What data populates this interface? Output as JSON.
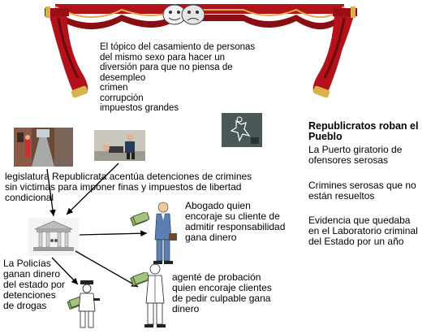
{
  "stage": {
    "text": "El tópico del casamiento de personas\ndel mismo sexo para hacer un\ndiversión para que no piensa de\ndesempleo\ncrimen\ncorrupción\nimpuestos grandes"
  },
  "side": {
    "title": "Republicratos roban el\nPueblo",
    "items": [
      "La Puerto giratorio de\nofensores serosas",
      "Crimines serosas que no\nestán resueltos",
      "Evidencia que quedaba\nen el Laboratorio criminal\ndel Estado por un año"
    ]
  },
  "flow": {
    "legislature": "legislatura Republicrata acentúa detenciones de crimines\nsin victimas para imponer finas y impuestos de libertad\ncondicional",
    "lawyer": "Abogado quien\nencoraje su cliente de\nadmitir responsabilidad\ngana dinero",
    "police": "La Policías\nganan dinero\ndel estado por\ndetenciones\nde drogas",
    "probation": "agenté de probación\nquien encoraje clientes\nde pedir culpable gana\ndinero"
  },
  "colors": {
    "curtain": "#b3121a",
    "curtain_dark": "#6e0a0e",
    "gold": "#d8b24a",
    "arrow": "#000000",
    "money": "#8fae6a"
  },
  "icons": [
    "theater-masks-icon",
    "curtain-left",
    "curtain-right",
    "street-photo",
    "arrest-photo",
    "crime-scene-photo",
    "courthouse-illustration",
    "money-icon",
    "lawyer-figure",
    "police-figure",
    "probation-officer-figure"
  ]
}
